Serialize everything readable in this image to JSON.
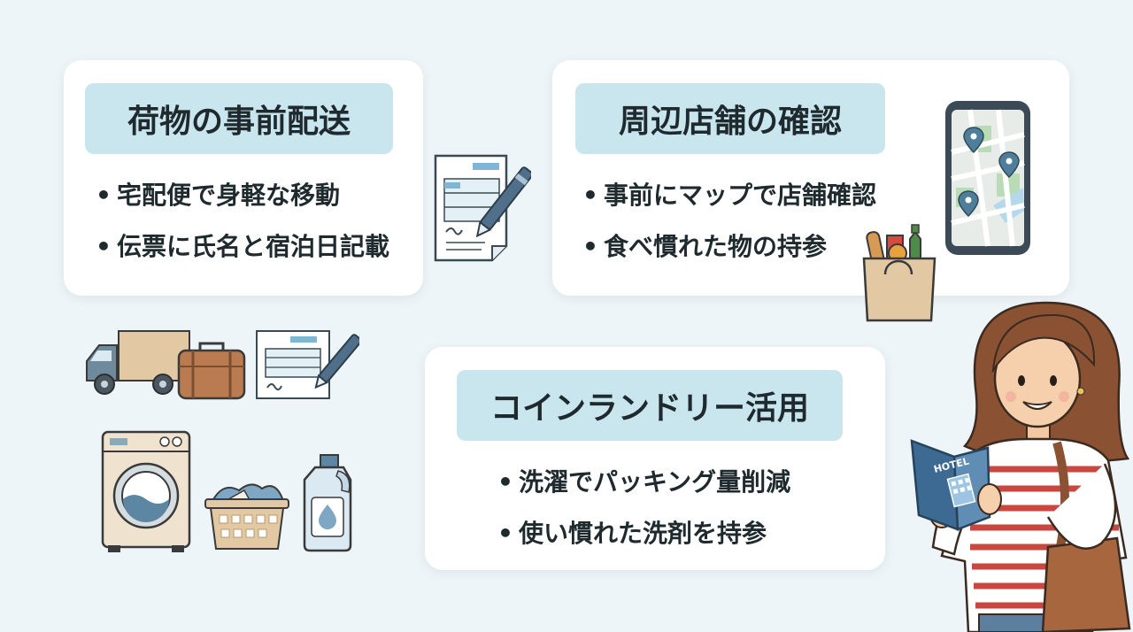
{
  "cards": {
    "delivery": {
      "title": "荷物の事前配送",
      "bullets": [
        "宅配便で身軽な移動",
        "伝票に氏名と宿泊日記載"
      ]
    },
    "stores": {
      "title": "周辺店舗の確認",
      "bullets": [
        "事前にマップで店舗確認",
        "食べ慣れた物の持参"
      ]
    },
    "laundry": {
      "title": "コインランドリー活用",
      "bullets": [
        "洗濯でパッキング量削減",
        "使い慣れた洗剤を持参"
      ]
    }
  },
  "illustrations": {
    "guidebook_label": "HOTEL"
  },
  "colors": {
    "background": "#eef5f8",
    "card": "#ffffff",
    "pill": "#c9e6ef",
    "text": "#1f2a2e",
    "accent_blue": "#4f7e9a"
  }
}
